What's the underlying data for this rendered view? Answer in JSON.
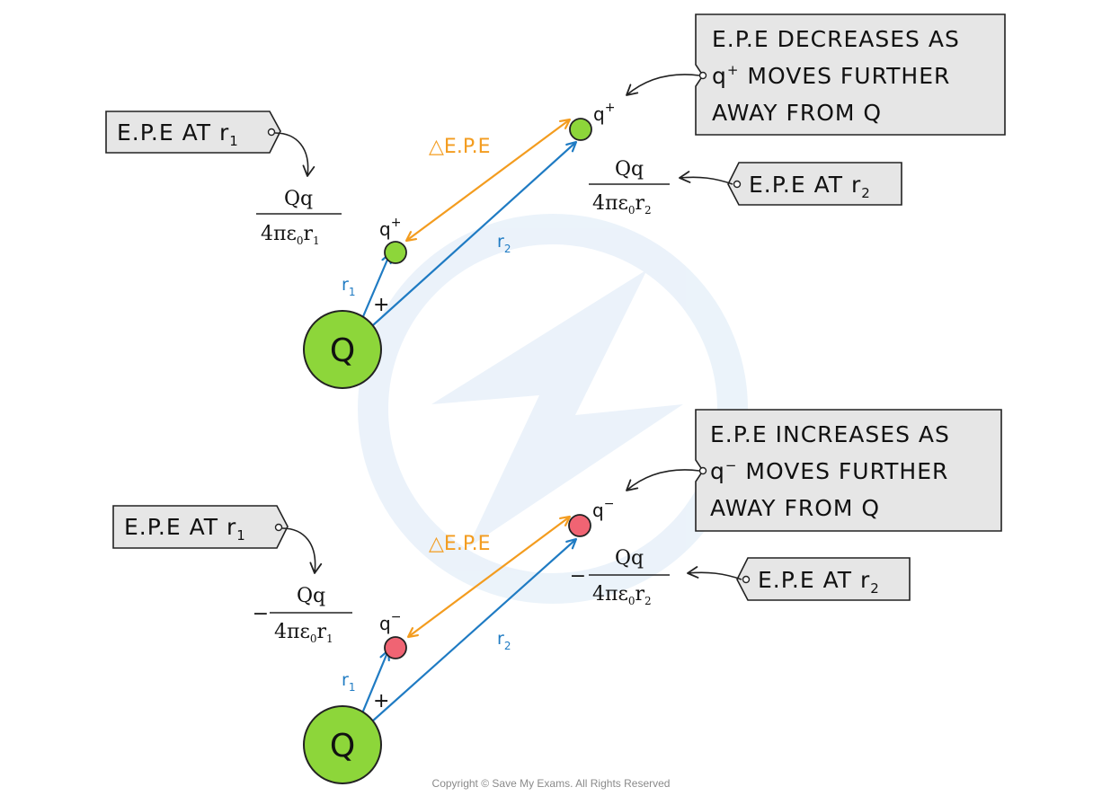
{
  "colors": {
    "blue": "#1f7bc3",
    "orange": "#f39c1f",
    "green": "#8dd63a",
    "red": "#f06473",
    "tag_fill": "#e6e6e6",
    "watermark": "#dbe9f6"
  },
  "top": {
    "tag_r1": {
      "pre": "E.P.E  AT ",
      "r": "r",
      "sub": "1"
    },
    "tag_r2": {
      "pre": "E.P.E  AT ",
      "r": "r",
      "sub": "2"
    },
    "note": {
      "line1": "E.P.E  DECREASES  AS",
      "q": "q",
      "sign": "+",
      "line2_rest": " MOVES  FURTHER",
      "line3": "AWAY  FROM  Q"
    },
    "frac_r1": {
      "sign": "",
      "num": "Qq",
      "den_pre": "4πε",
      "den_0": "0",
      "den_r": "r",
      "den_sub": "1"
    },
    "frac_r2": {
      "sign": "",
      "num": "Qq",
      "den_pre": "4πε",
      "den_0": "0",
      "den_r": "r",
      "den_sub": "2"
    },
    "delta_label": "△E.P.E",
    "r1_label": "r",
    "r1_sub": "1",
    "r2_label": "r",
    "r2_sub": "2",
    "source_label": "Q",
    "source_sign": "+",
    "charge_near": {
      "q": "q",
      "sign": "+"
    },
    "charge_far": {
      "q": "q",
      "sign": "+"
    }
  },
  "bottom": {
    "tag_r1": {
      "pre": "E.P.E  AT ",
      "r": "r",
      "sub": "1"
    },
    "tag_r2": {
      "pre": "E.P.E  AT ",
      "r": "r",
      "sub": "2"
    },
    "note": {
      "line1": "E.P.E  INCREASES  AS",
      "q": "q",
      "sign": "−",
      "line2_rest": " MOVES  FURTHER",
      "line3": "AWAY  FROM  Q"
    },
    "frac_r1": {
      "sign": "−",
      "num": "Qq",
      "den_pre": "4πε",
      "den_0": "0",
      "den_r": "r",
      "den_sub": "1"
    },
    "frac_r2": {
      "sign": "−",
      "num": "Qq",
      "den_pre": "4πε",
      "den_0": "0",
      "den_r": "r",
      "den_sub": "2"
    },
    "delta_label": "△E.P.E",
    "r1_label": "r",
    "r1_sub": "1",
    "r2_label": "r",
    "r2_sub": "2",
    "source_label": "Q",
    "source_sign": "+",
    "charge_near": {
      "q": "q",
      "sign": "−"
    },
    "charge_far": {
      "q": "q",
      "sign": "−"
    }
  },
  "copyright": "Copyright © Save My Exams. All Rights Reserved"
}
